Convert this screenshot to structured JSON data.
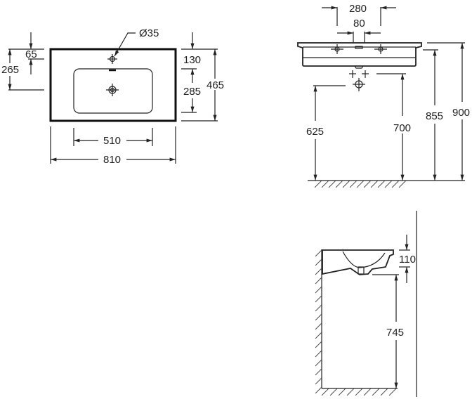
{
  "top_view": {
    "tap_hole_diameter": "Ø35",
    "tap_offset_from_edge": "65",
    "drain_offset_from_edge": "265",
    "basin_offset_from_back": "130",
    "basin_depth": "285",
    "overall_depth": "465",
    "basin_width": "510",
    "overall_width": "810"
  },
  "front_view": {
    "supply_spacing": "280",
    "drain_spacing": "80",
    "supply_height": "625",
    "drain_height": "700",
    "basin_bottom_height": "855",
    "rim_height": "900"
  },
  "side_view": {
    "rim_thickness": "110",
    "underside_height": "745"
  }
}
